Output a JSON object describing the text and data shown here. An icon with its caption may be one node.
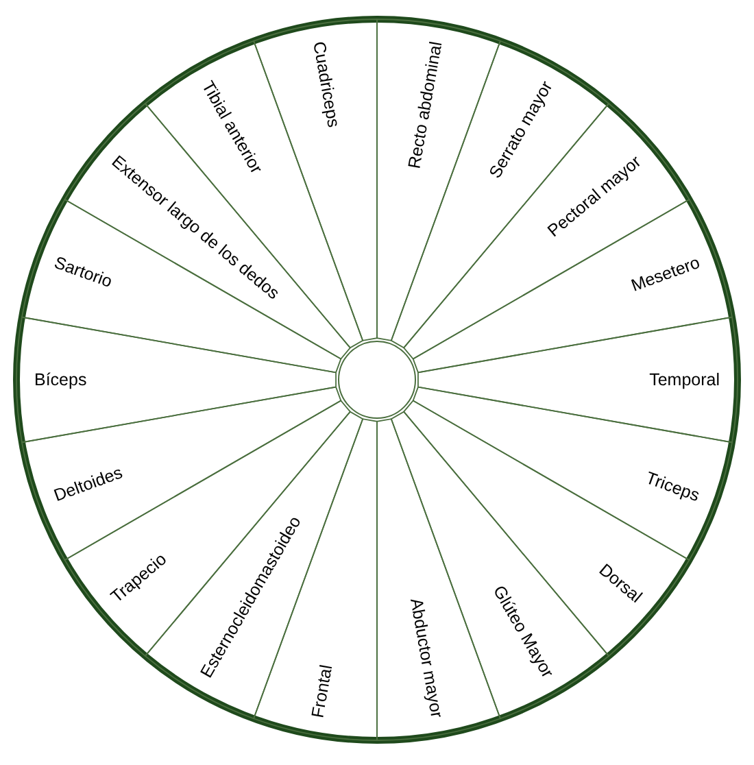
{
  "diagram": {
    "nodes": [
      {
        "text": [
          "Recto abdominal"
        ]
      },
      {
        "text": [
          "Serrato mayor"
        ]
      },
      {
        "text": [
          "Pectoral mayor"
        ]
      },
      {
        "text": [
          "Mesetero"
        ]
      },
      {
        "text": [
          "Temporal"
        ]
      },
      {
        "text": [
          "Triceps"
        ]
      },
      {
        "text": [
          "Dorsal"
        ]
      },
      {
        "text": [
          "Glúteo Mayor"
        ]
      },
      {
        "text": [
          "Abductor mayor"
        ]
      },
      {
        "text": [
          "Frontal"
        ]
      },
      {
        "text": [
          "Esternocleidomastoideo"
        ]
      },
      {
        "text": [
          "Trapecio"
        ]
      },
      {
        "text": [
          "Deltoides"
        ]
      },
      {
        "text": [
          "Bíceps"
        ]
      },
      {
        "text": [
          "Sartorio"
        ]
      },
      {
        "text": [
          "Extensor largo de los dedos"
        ]
      },
      {
        "text": [
          "Tibial anterior"
        ]
      },
      {
        "text": [
          "Cuadriceps"
        ]
      },
      {
        "text": [],
        "shape": "circle"
      }
    ]
  }
}
